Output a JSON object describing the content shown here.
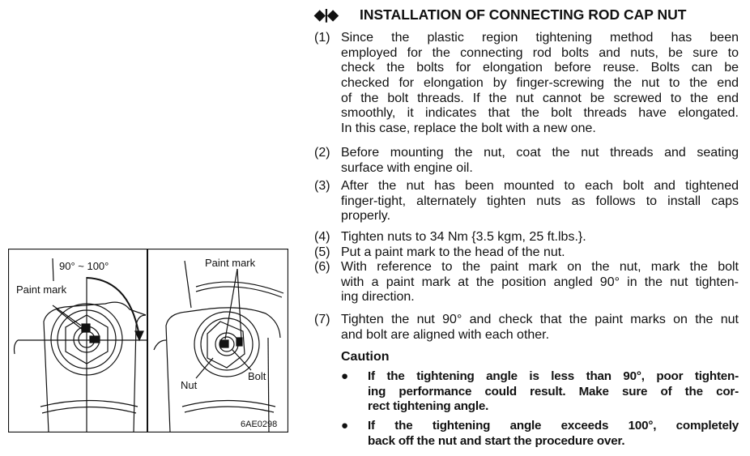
{
  "heading": {
    "symbol": "◆|◆",
    "title": "INSTALLATION OF CONNECTING ROD CAP NUT"
  },
  "steps": [
    {
      "num": "(1)",
      "lines": [
        "Since the plastic region tightening method has been",
        "employed for the connecting rod bolts and nuts, be sure to",
        "check the bolts for elongation before reuse. Bolts can be",
        "checked for elongation by finger-screwing the nut to the end",
        "of the bolt threads. If the nut cannot be screwed to the end",
        "smoothly, it indicates that the bolt threads have elongated.",
        "In this case, replace the bolt with a new one."
      ]
    },
    {
      "num": "(2)",
      "lines": [
        "Before mounting the nut, coat the nut threads and seating",
        "surface with engine oil."
      ]
    },
    {
      "num": "(3)",
      "lines": [
        "After the nut has been mounted to each bolt and tightened",
        "finger-tight, alternately tighten nuts as follows to install caps",
        "properly."
      ]
    },
    {
      "num": "(4)",
      "lines": [
        "Tighten nuts to 34 Nm {3.5 kgm, 25 ft.lbs.}."
      ]
    },
    {
      "num": "(5)",
      "lines": [
        "Put a paint mark to the head of the nut."
      ]
    },
    {
      "num": "(6)",
      "lines": [
        "With reference to the paint mark on the nut, mark the bolt",
        "with a paint mark at the position angled 90° in the nut tighten-",
        "ing direction."
      ]
    },
    {
      "num": "(7)",
      "lines": [
        "Tighten the nut 90° and check that the paint marks on the nut",
        "and bolt are aligned with each other."
      ]
    }
  ],
  "caution": {
    "title": "Caution",
    "bullet": "●",
    "items": [
      {
        "lines": [
          "If the tightening angle is less than 90°, poor tighten-",
          "ing performance could result. Make sure of the cor-",
          "rect tightening angle."
        ]
      },
      {
        "lines": [
          "If the tightening angle exceeds 100°, completely",
          "back off the nut and start the procedure over."
        ]
      }
    ]
  },
  "figure": {
    "angle_label": "90° ~ 100°",
    "left_paint_mark": "Paint mark",
    "right_paint_mark": "Paint mark",
    "nut_label": "Nut",
    "bolt_label": "Bolt",
    "figure_code": "6AE0298"
  }
}
